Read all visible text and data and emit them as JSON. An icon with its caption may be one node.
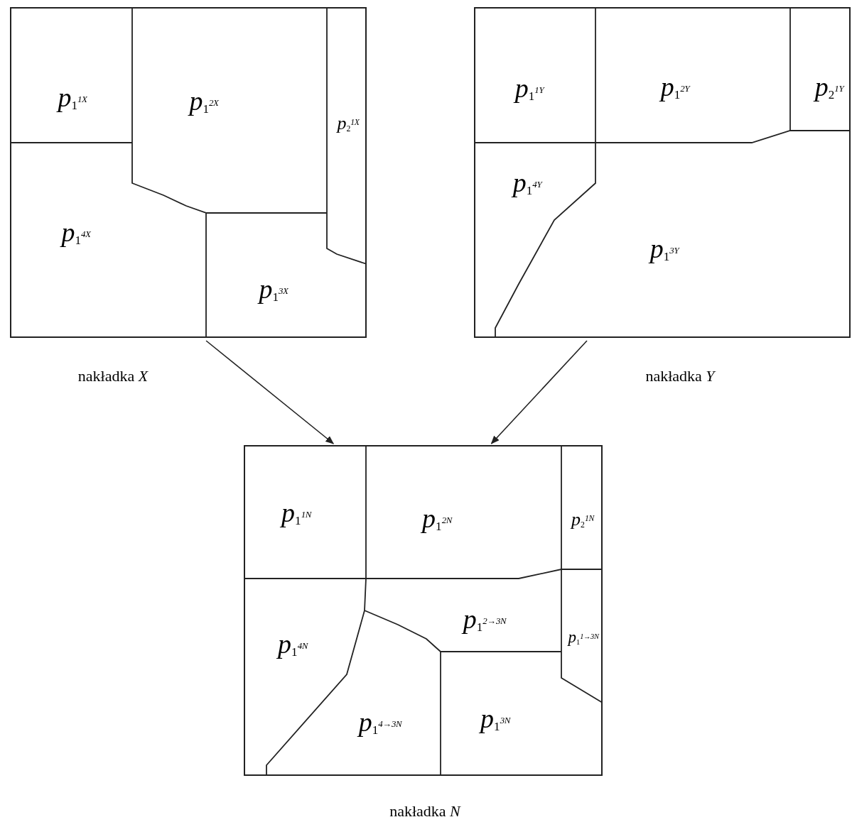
{
  "diagram": {
    "nodes": [
      {
        "text": [
          "nakładka *X*"
        ]
      },
      {
        "text": [
          "*p*$_{1}$$^{1X}$"
        ],
        "in": 0
      },
      {
        "text": [
          "*p*$_{1}$$^{2X}$"
        ],
        "in": 0
      },
      {
        "text": [
          "*p*$_{2}$$^{1X}$"
        ],
        "in": 0
      },
      {
        "text": [
          "*p*$_{1}$$^{4X}$"
        ],
        "in": 0
      },
      {
        "text": [
          "*p*$_{1}$$^{3X}$"
        ],
        "in": 0
      },
      {
        "text": [
          "nakładka *Y*"
        ]
      },
      {
        "text": [
          "*p*$_{1}$$^{1Y}$"
        ],
        "in": 6
      },
      {
        "text": [
          "*p*$_{1}$$^{2Y}$"
        ],
        "in": 6
      },
      {
        "text": [
          "*p*$_{2}$$^{1Y}$"
        ],
        "in": 6
      },
      {
        "text": [
          "*p*$_{1}$$^{4Y}$"
        ],
        "in": 6
      },
      {
        "text": [
          "*p*$_{1}$$^{3Y}$"
        ],
        "in": 6
      },
      {
        "text": [
          "nakładka *N*"
        ]
      },
      {
        "text": [
          "*p*$_{1}$$^{1N}$"
        ],
        "in": 12
      },
      {
        "text": [
          "*p*$_{1}$$^{2N}$"
        ],
        "in": 12
      },
      {
        "text": [
          "*p*$_{2}$$^{1N}$"
        ],
        "in": 12
      },
      {
        "text": [
          "*p*$_{1}$$^{2→3N}$"
        ],
        "in": 12
      },
      {
        "text": [
          "*p*$_{1}$$^{1→3N}$"
        ],
        "in": 12
      },
      {
        "text": [
          "*p*$_{1}$$^{4N}$"
        ],
        "in": 12
      },
      {
        "text": [
          "*p*$_{1}$$^{4→3N}$"
        ],
        "in": 12
      },
      {
        "text": [
          "*p*$_{1}$$^{3N}$"
        ],
        "in": 12
      }
    ],
    "edges": [
      {
        "from": 0,
        "to": 12,
        "arrow": "to"
      },
      {
        "from": 6,
        "to": 12,
        "arrow": "to"
      }
    ]
  }
}
